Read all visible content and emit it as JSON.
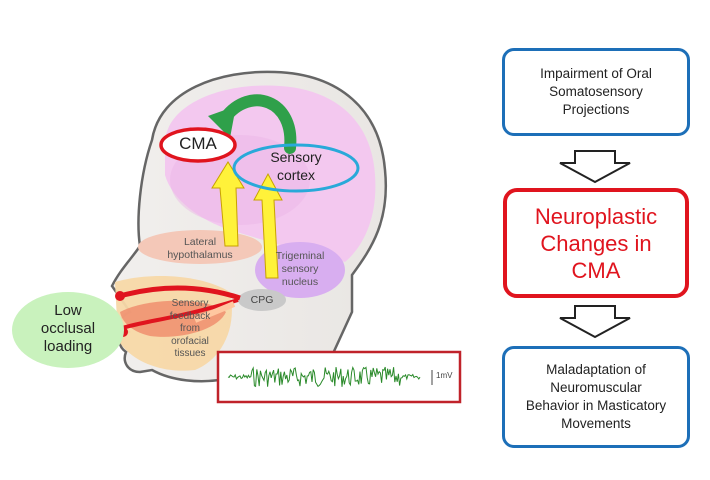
{
  "diagram": {
    "labels": {
      "cma": "CMA",
      "sensory_cortex": "Sensory\ncortex",
      "lateral_hypothalamus": "Lateral\nhypothalamus",
      "trigeminal_sensory_nucleus": "Trigeminal\nsensory\nnucleus",
      "cpg": "CPG",
      "low_occlusal_loading": "Low\nocclusal\nloading",
      "sensory_feedback": "Sensory\nfeedback\nfrom\norofacial\ntissues",
      "emg_scale": "1mV"
    },
    "flow": {
      "step1": "Impairment of Oral\nSomatosensory\nProjections",
      "step2": "Neuroplastic\nChanges in\nCMA",
      "step3": "Maladaptation of\nNeuromuscular\nBehavior in Masticatory\nMovements"
    },
    "colors": {
      "brain": "#f3c8ef",
      "cma_border": "#e0141e",
      "sensory_cortex_border": "#29a9d9",
      "green_arrow": "#2fa04a",
      "yellow_arrow": "#fff23a",
      "flow_border_blue": "#1d6fb8",
      "flow_border_red": "#e0141e",
      "low_occlusal_fill": "#c9f2bd",
      "emg_trace": "#2a8a2a"
    }
  }
}
